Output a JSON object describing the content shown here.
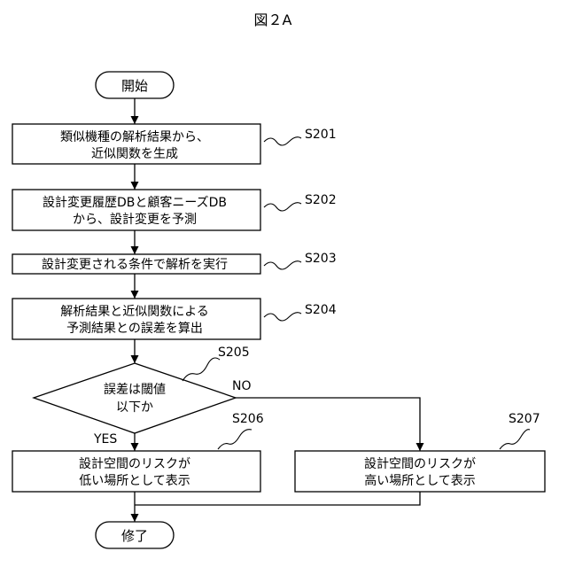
{
  "figure_title": "図２A",
  "start": "開始",
  "end": "修了",
  "steps": [
    {
      "id": "S201",
      "lines": [
        "類似機種の解析結果から、",
        "近似関数を生成"
      ]
    },
    {
      "id": "S202",
      "lines": [
        "設計変更履歴DBと顧客ニーズDB",
        "から、設計変更を予測"
      ]
    },
    {
      "id": "S203",
      "lines": [
        "設計変更される条件で解析を実行"
      ]
    },
    {
      "id": "S204",
      "lines": [
        "解析結果と近似関数による",
        "予測結果との誤差を算出"
      ]
    }
  ],
  "decision": {
    "id": "S205",
    "lines": [
      "誤差は閾値",
      "以下か"
    ],
    "yes": "YES",
    "no": "NO"
  },
  "yes_branch": {
    "id": "S206",
    "lines": [
      "設計空間のリスクが",
      "低い場所として表示"
    ]
  },
  "no_branch": {
    "id": "S207",
    "lines": [
      "設計空間のリスクが",
      "高い場所として表示"
    ]
  }
}
